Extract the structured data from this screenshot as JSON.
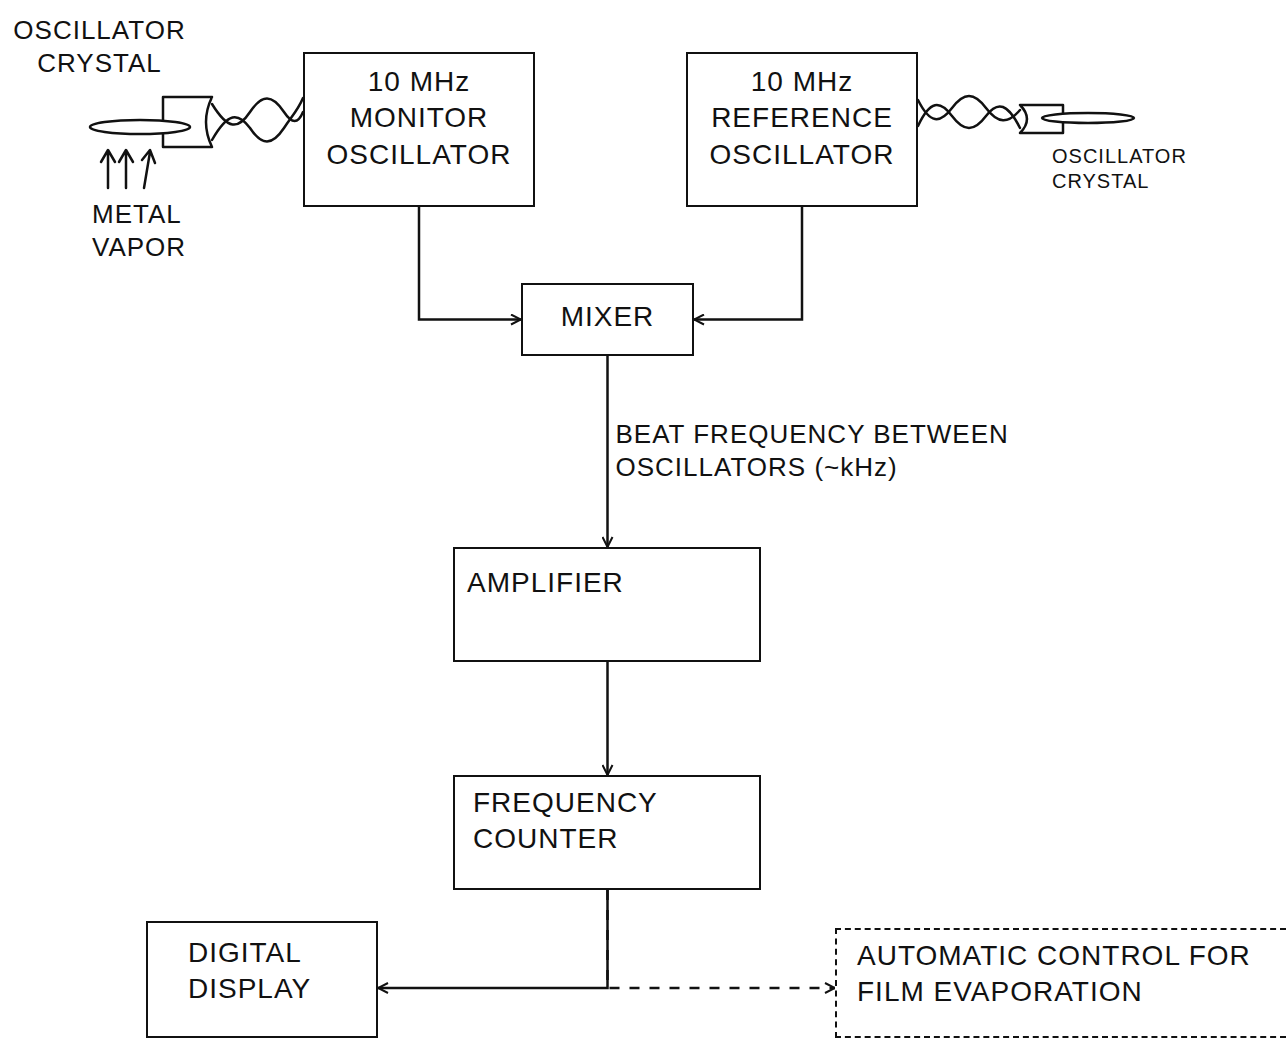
{
  "diagram": {
    "nodes": [
      {
        "text": [
          "10 MHz MONITOR OSCILLATOR"
        ]
      },
      {
        "text": [
          "10 MHz REFERENCE OSCILLATOR"
        ]
      },
      {
        "text": [
          "MIXER"
        ]
      },
      {
        "text": [
          "AMPLIFIER"
        ]
      },
      {
        "text": [
          "FREQUENCY COUNTER"
        ]
      },
      {
        "text": [
          "DIGITAL DISPLAY"
        ]
      },
      {
        "text": [
          "AUTOMATIC CONTROL FOR FILM EVAPORATION"
        ]
      }
    ],
    "edges": [
      {
        "from": 0,
        "to": 2,
        "arrow": "to"
      },
      {
        "from": 1,
        "to": 2,
        "arrow": "to"
      },
      {
        "from": 2,
        "to": 3,
        "arrow": "to",
        "label": "BEAT FREQUENCY BETWEEN OSCILLATORS (~kHz)"
      },
      {
        "from": 3,
        "to": 4,
        "arrow": "to"
      },
      {
        "from": 4,
        "to": 5,
        "arrow": "to"
      },
      {
        "from": 4,
        "to": 6,
        "arrow": "to"
      }
    ],
    "labels": [
      "OSCILLATOR CRYSTAL",
      "METAL VAPOR",
      "OSCILLATOR CRYSTAL"
    ]
  }
}
